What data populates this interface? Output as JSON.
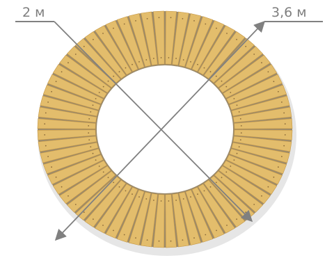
{
  "diagram": {
    "inner_diameter_label": "2 м",
    "outer_diameter_label": "3,6 м",
    "slat_count": 64,
    "colors": {
      "wood": "#e3bd6c",
      "wood_edge": "#c89a48",
      "gap": "#9b8a6a",
      "dimension_line": "#808080",
      "shadow": "#d9d9d9"
    }
  }
}
